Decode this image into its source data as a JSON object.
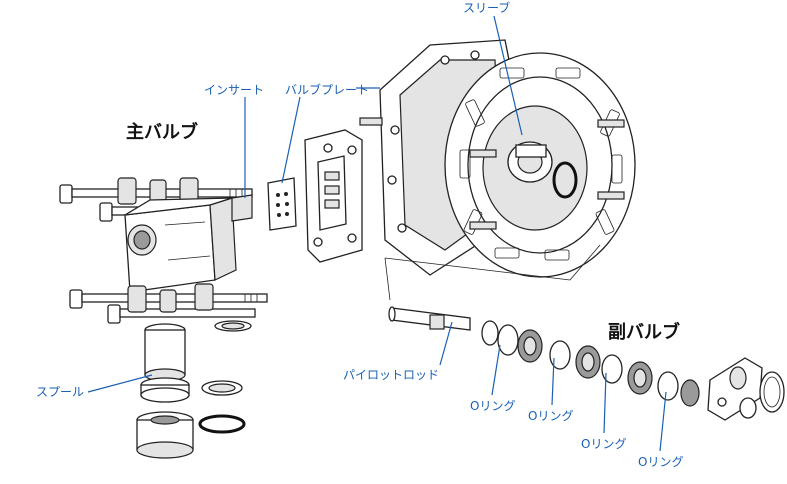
{
  "headings": {
    "main_valve": "主バルブ",
    "sub_valve": "副バルブ"
  },
  "labels": {
    "sleeve": "スリーブ",
    "insert": "インサート",
    "valve_plate": "バルブプレート",
    "spool": "スプール",
    "pilot_rod": "パイロットロッド",
    "oring_1": "Oリング",
    "oring_2": "Oリング",
    "oring_3": "Oリング",
    "oring_4": "Oリング"
  },
  "colors": {
    "label_text": "#1a5fb4",
    "leader_line": "#1a5fb4",
    "heading_text": "#111111",
    "line_art": "#222222"
  }
}
